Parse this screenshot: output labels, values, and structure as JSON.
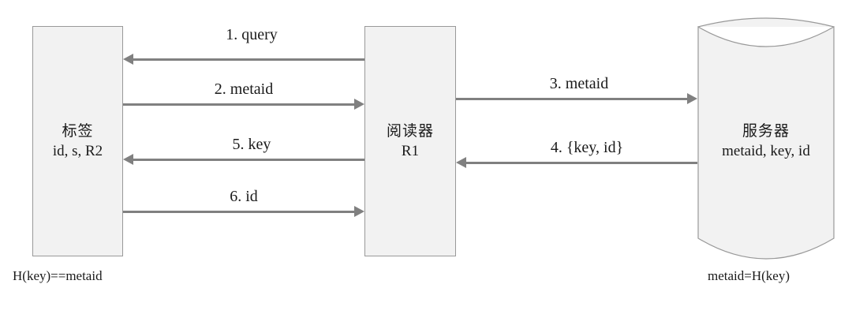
{
  "diagram": {
    "title": "RFID tag-reader-server authentication protocol sequence",
    "background_color": "#ffffff",
    "line_color": "#808080",
    "node_fill": "#f2f2f2",
    "node_stroke": "#999999",
    "text_color": "#1a1a1a"
  },
  "nodes": {
    "tag": {
      "name": "标签",
      "detail": "id, s, R2"
    },
    "reader": {
      "name": "阅读器",
      "detail": "R1"
    },
    "server": {
      "name": "服务器",
      "detail": "metaid, key, id"
    }
  },
  "messages": [
    {
      "seq": "1",
      "label": "1. query",
      "from": "reader",
      "to": "tag",
      "direction": "left"
    },
    {
      "seq": "2",
      "label": "2. metaid",
      "from": "tag",
      "to": "reader",
      "direction": "right"
    },
    {
      "seq": "3",
      "label": "3. metaid",
      "from": "reader",
      "to": "server",
      "direction": "right"
    },
    {
      "seq": "4",
      "label": "4. {key, id}",
      "from": "server",
      "to": "reader",
      "direction": "left"
    },
    {
      "seq": "5",
      "label": "5. key",
      "from": "reader",
      "to": "tag",
      "direction": "left"
    },
    {
      "seq": "6",
      "label": "6. id",
      "from": "tag",
      "to": "reader",
      "direction": "right"
    }
  ],
  "annotations": {
    "tag_side": "H(key)==metaid",
    "server_side": "metaid=H(key)"
  }
}
